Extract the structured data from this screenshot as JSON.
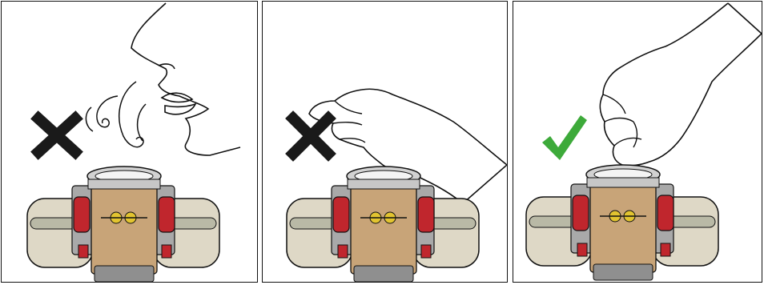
{
  "panels": [
    {
      "id": "panel-1",
      "verdict": "wrong",
      "action": "blowing",
      "mark_color": "#1a1a1a"
    },
    {
      "id": "panel-2",
      "verdict": "wrong",
      "action": "touching-with-fingers",
      "mark_color": "#1a1a1a"
    },
    {
      "id": "panel-3",
      "verdict": "correct",
      "action": "lifting-by-rim",
      "mark_color": "#3daa3a"
    }
  ],
  "colors": {
    "cup_body": "#c8a478",
    "cup_rim": "#d2d2d2",
    "clip_red": "#c0262d",
    "housing": "#ded8c6",
    "housing_band": "#b9b9a6",
    "frame": "#8f8f8f",
    "outline": "#111111"
  },
  "icons": [
    "cross-icon",
    "checkmark-icon"
  ]
}
